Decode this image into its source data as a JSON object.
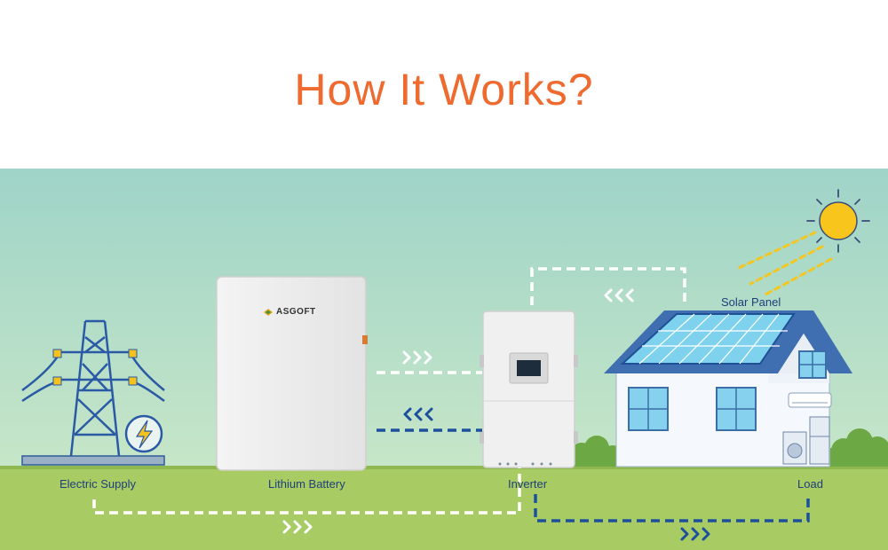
{
  "title": "How It Works?",
  "brand": "ASGOFT",
  "labels": {
    "electric_supply": "Electric Supply",
    "lithium_battery": "Lithium Battery",
    "inverter": "Inverter",
    "solar_panel": "Solar Panel",
    "load": "Load"
  },
  "colors": {
    "title": "#ee6a2f",
    "sky": "#a9dac9",
    "grass": "#a8cc63",
    "label": "#1f3f7a",
    "flow_white": "#ffffff",
    "flow_blue": "#1c4f9c"
  }
}
